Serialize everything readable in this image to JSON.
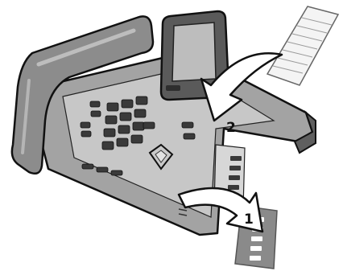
{
  "figure": {
    "subject": "desk-phone-label-strip-replacement",
    "steps": [
      {
        "label": "1",
        "action": "remove-used-label-strip"
      },
      {
        "label": "2",
        "action": "insert-new-label-strip"
      }
    ]
  },
  "colors": {
    "phone_body": "#9a9a9a",
    "phone_body_dark": "#6e6e6e",
    "phone_panel": "#c2c2c2",
    "key_fill": "#3a3a3a",
    "display_fill": "#b9b9b9",
    "arrow_fill": "#ffffff",
    "outline": "#111111",
    "label_strip_new": "#f4f4f4",
    "label_strip_old": "#8a8a8a"
  }
}
